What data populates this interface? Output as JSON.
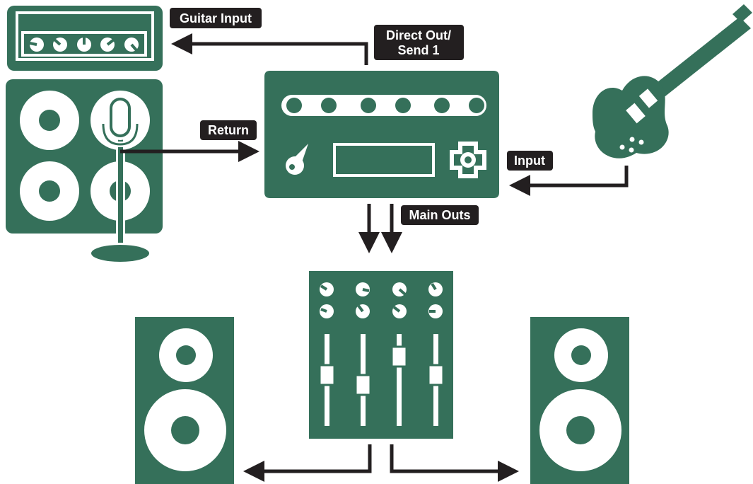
{
  "colors": {
    "device": "#35705a",
    "arrow": "#231f20",
    "label_bg": "#231f20",
    "label_text": "#ffffff",
    "cutout": "#ffffff"
  },
  "labels": {
    "guitar_input": "Guitar Input",
    "direct_out_line1": "Direct Out/",
    "direct_out_line2": "Send 1",
    "return": "Return",
    "input": "Input",
    "main_outs": "Main Outs"
  },
  "devices": {
    "amp_head": "amp-head-icon",
    "speaker_cabinet": "speaker-cabinet-icon",
    "microphone": "microphone-icon",
    "processor": "effects-processor-icon",
    "guitar": "electric-guitar-icon",
    "mixer": "mixer-icon",
    "left_monitor": "studio-monitor-icon",
    "right_monitor": "studio-monitor-icon"
  }
}
